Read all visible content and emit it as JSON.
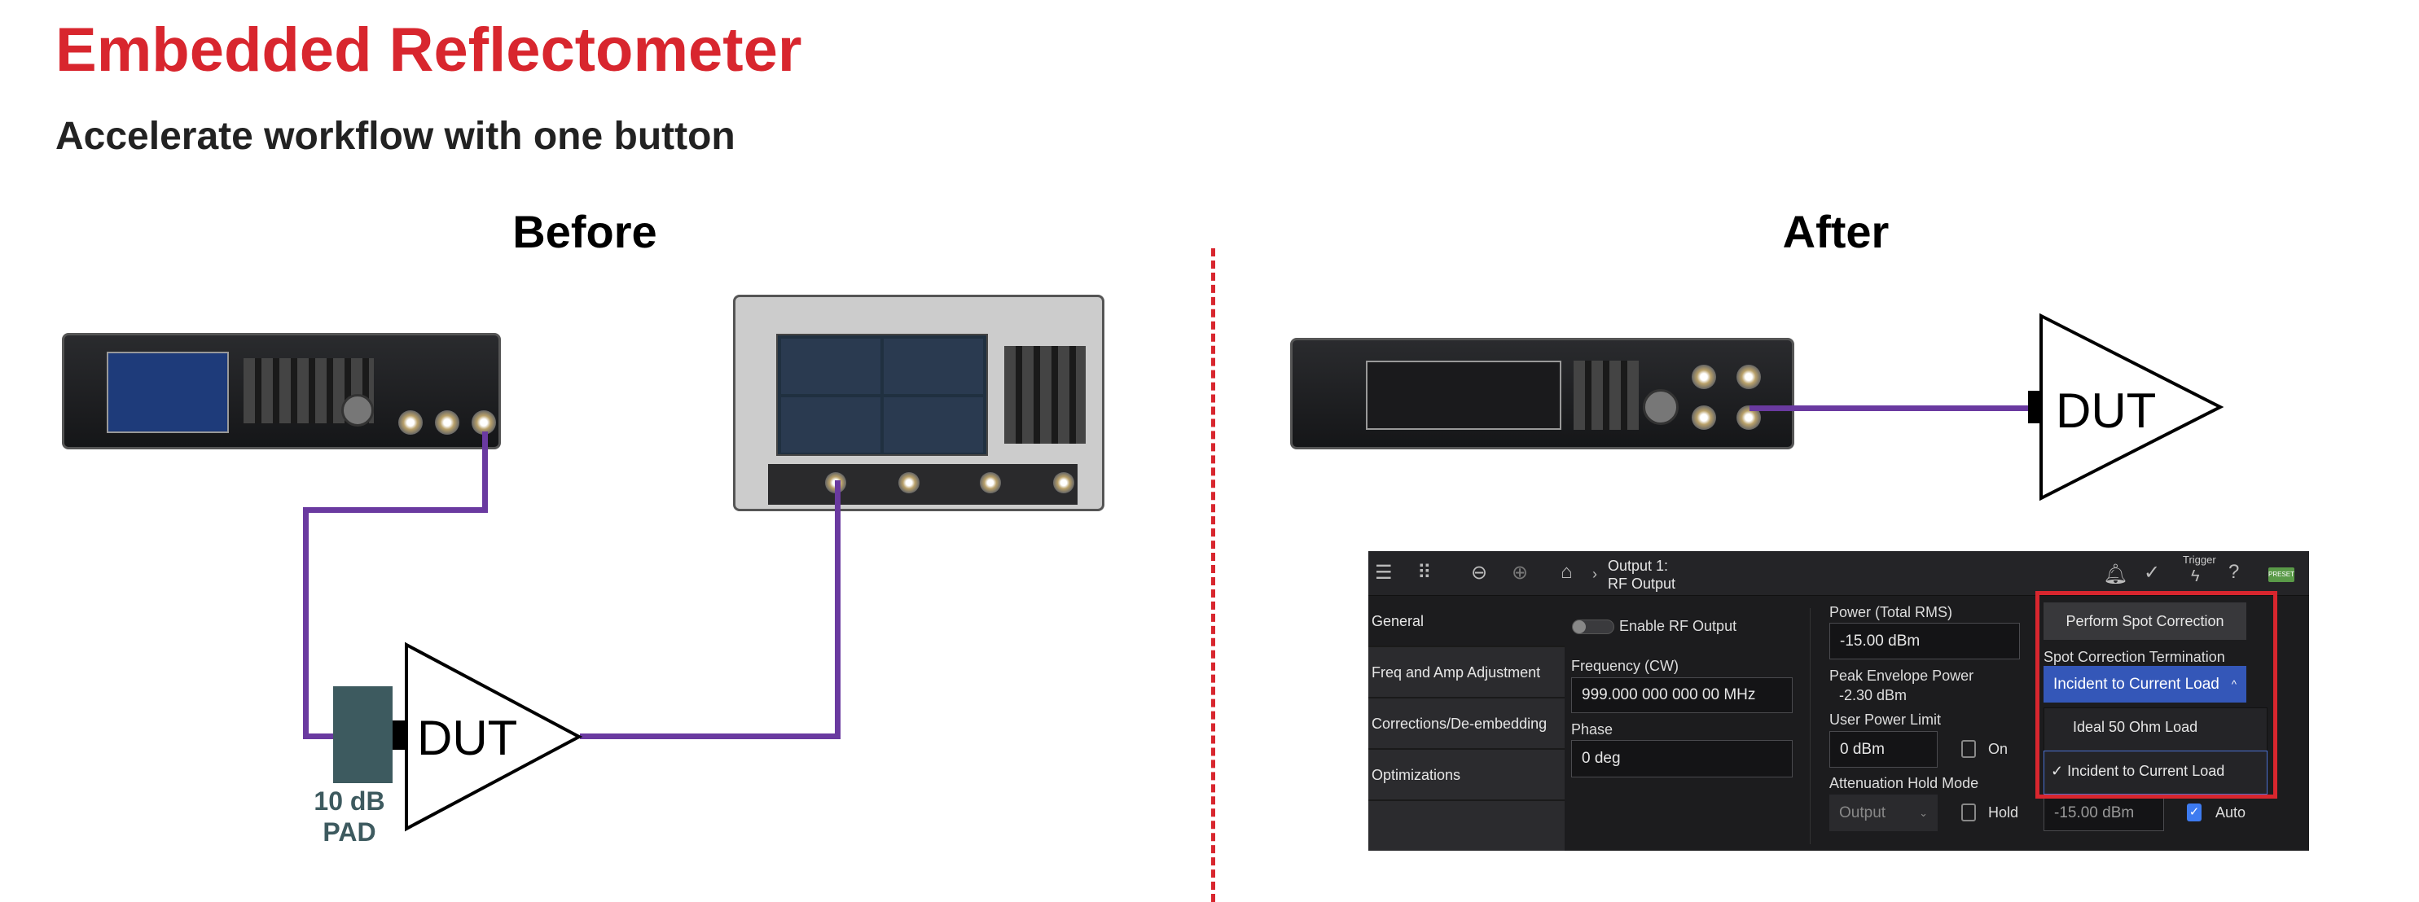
{
  "title": "Embedded Reflectometer",
  "subtitle": "Accelerate workflow with one button",
  "before_label": "Before",
  "after_label": "After",
  "dut_label": "DUT",
  "pad_label_line1": "10 dB",
  "pad_label_line2": "PAD",
  "colors": {
    "accent": "#d8262e",
    "wire": "#6a3aa0",
    "pad": "#3d5a5f",
    "select": "#3457b8"
  },
  "panel": {
    "header": {
      "title_line1": "Output 1:",
      "title_line2": "RF Output",
      "trigger": "Trigger",
      "preset": "PRESET",
      "breadcrumb_sep": "›"
    },
    "sidebar": [
      {
        "label": "General"
      },
      {
        "label": "Freq and Amp Adjustment"
      },
      {
        "label": "Corrections/De-embedding"
      },
      {
        "label": "Optimizations"
      }
    ],
    "enable_rf_output": "Enable RF Output",
    "frequency_label": "Frequency (CW)",
    "frequency_value": "999.000 000 000 00 MHz",
    "phase_label": "Phase",
    "phase_value": "0 deg",
    "power_label": "Power (Total RMS)",
    "power_value": "-15.00 dBm",
    "peak_label": "Peak Envelope Power",
    "peak_value": "-2.30 dBm",
    "upl_label": "User Power Limit",
    "upl_value": "0 dBm",
    "upl_on": "On",
    "atten_label": "Attenuation Hold Mode",
    "atten_mode": "Output",
    "atten_hold": "Hold",
    "atten_value": "-15.00 dBm",
    "atten_auto": "Auto",
    "perform_button": "Perform Spot Correction",
    "termination_label": "Spot Correction Termination",
    "termination_selected": "Incident to Current Load",
    "termination_options": [
      {
        "label": "Ideal 50 Ohm Load"
      },
      {
        "label": "Incident to Current Load",
        "check": "✓"
      }
    ]
  }
}
